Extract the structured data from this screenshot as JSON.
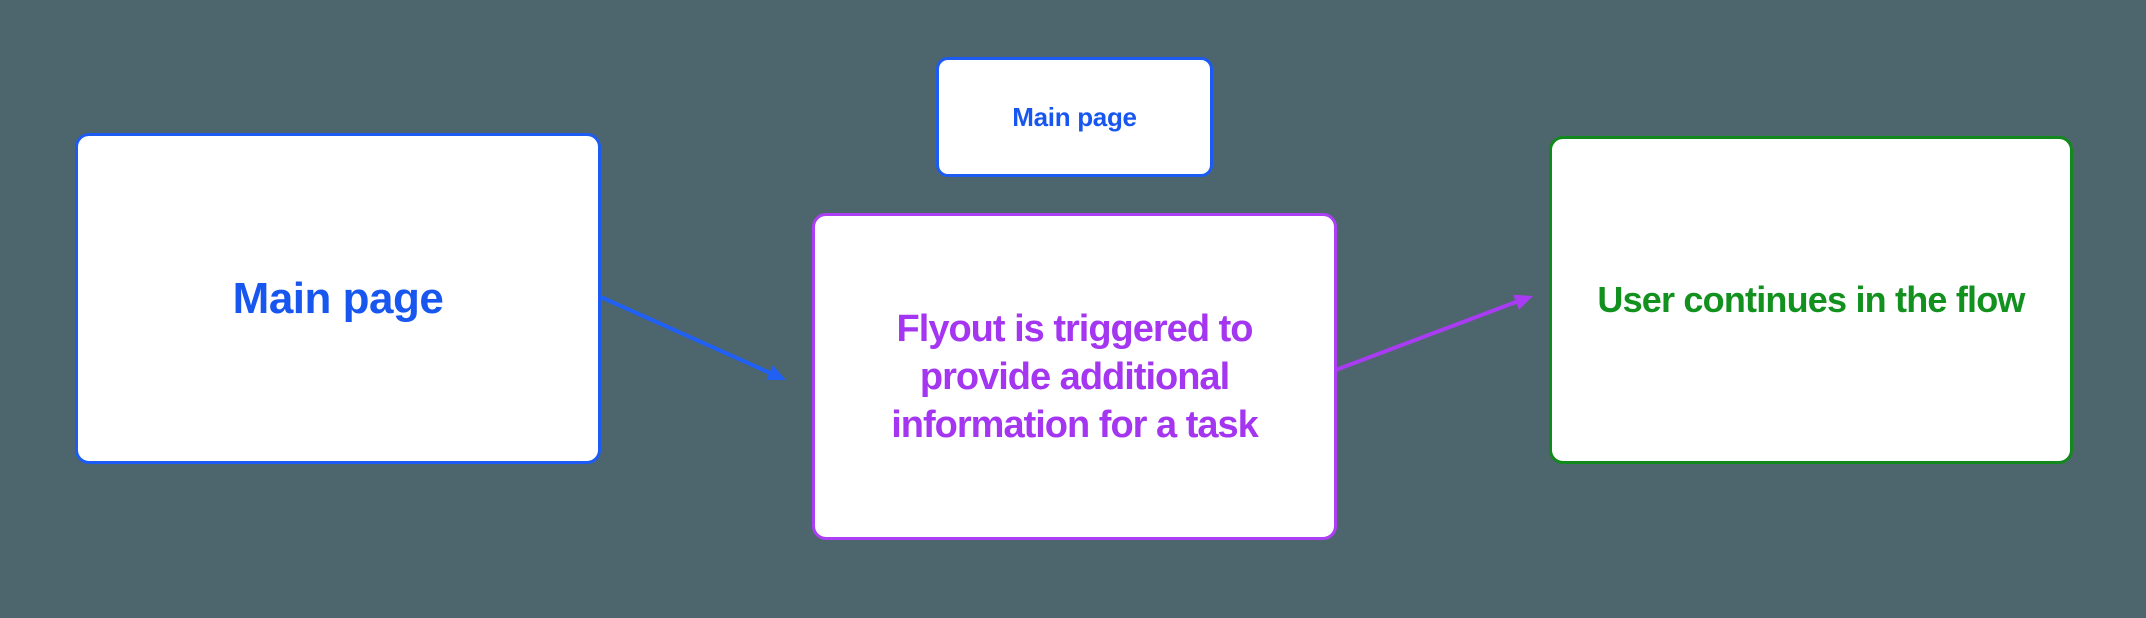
{
  "canvas": {
    "background_color": "#4D666D"
  },
  "diagram": {
    "nodes": {
      "main_page_large": {
        "label": "Main page",
        "text_color": "#1856F0",
        "border_color": "#1C5CF5"
      },
      "main_page_small": {
        "label": "Main page",
        "text_color": "#1856F0",
        "border_color": "#1C5CF5"
      },
      "flyout": {
        "lines": [
          "Flyout is triggered to",
          "provide additional",
          "information for a task"
        ],
        "text_color": "#A435F0",
        "border_color": "#AC3FF5"
      },
      "continue": {
        "label": "User continues in the flow",
        "text_color": "#12911F",
        "border_color": "#12891C"
      }
    },
    "connectors": {
      "main_to_flyout": {
        "color": "#2060F5",
        "from": "Main page",
        "to": "Flyout is triggered to provide additional information for a task"
      },
      "flyout_to_continue": {
        "color": "#A93BF3",
        "from": "Flyout is triggered to provide additional information for a task",
        "to": "User continues in the flow"
      }
    }
  }
}
